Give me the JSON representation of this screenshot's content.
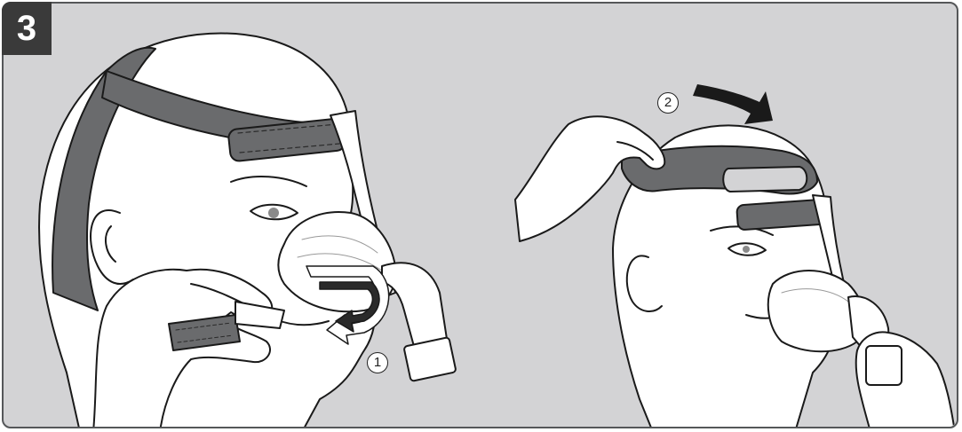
{
  "step": {
    "number": "3"
  },
  "callouts": {
    "first": "1",
    "second": "2"
  },
  "colors": {
    "panel": "#d3d3d5",
    "strap": "#6a6b6d",
    "outline": "#1a1a1a",
    "skin": "#ffffff"
  }
}
